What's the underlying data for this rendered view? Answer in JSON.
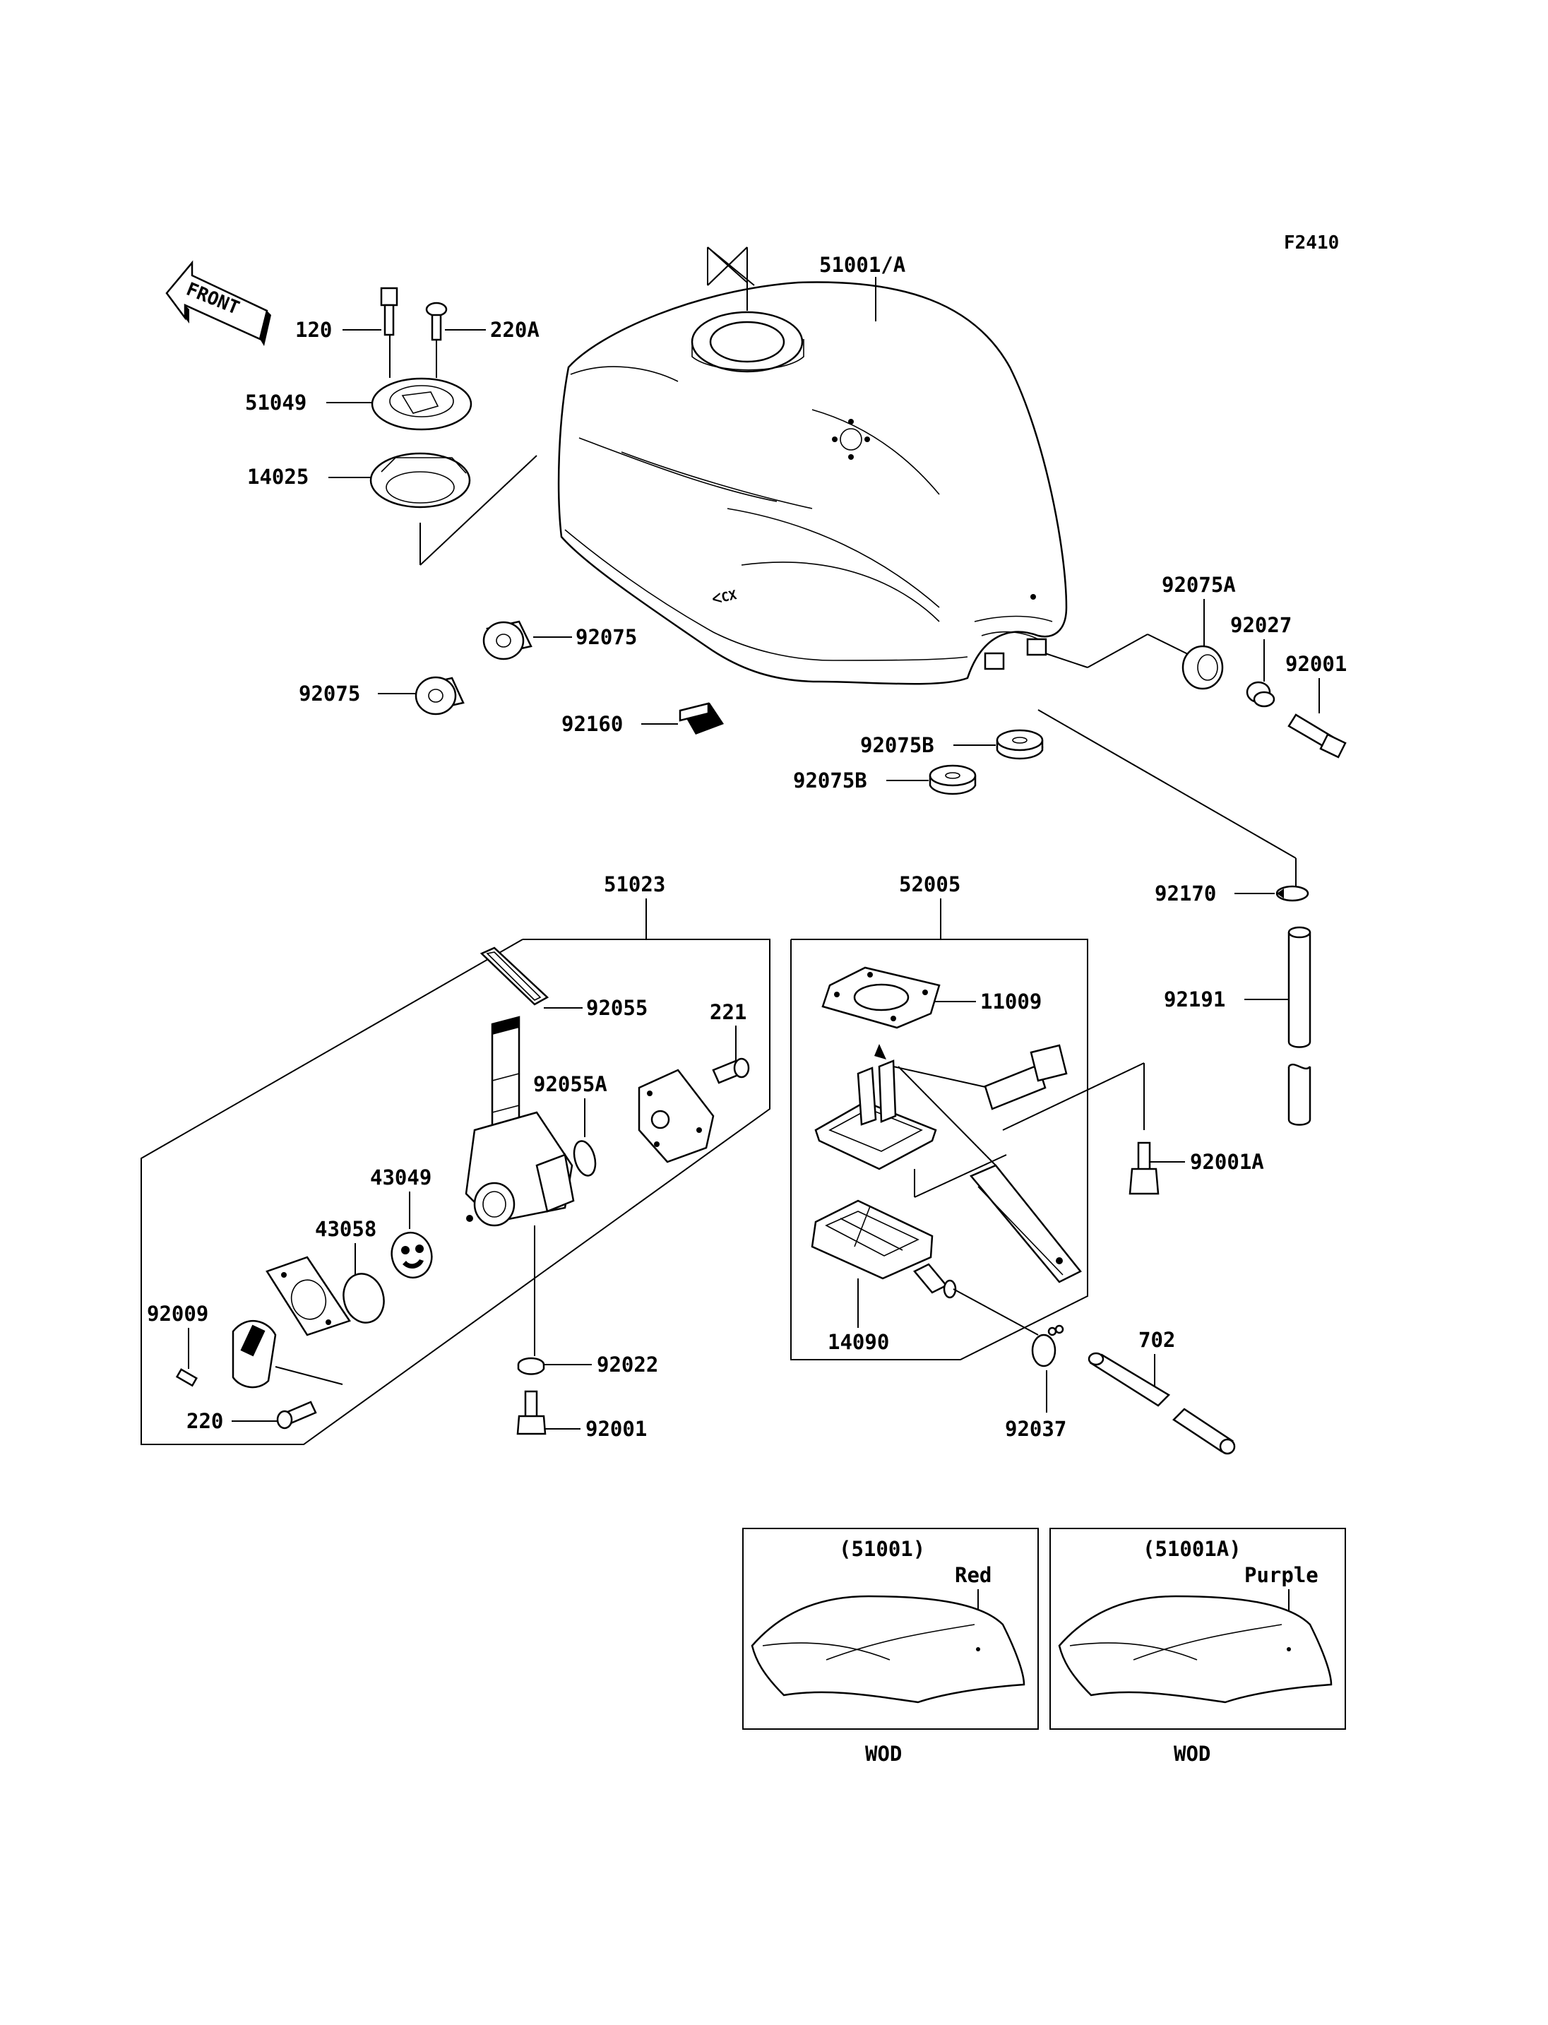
{
  "diagram_code": "F2410",
  "front_label": "FRONT",
  "labels": {
    "l51001A": "51001/A",
    "l120": "120",
    "l220A": "220A",
    "l51049": "51049",
    "l14025": "14025",
    "l92075a": "92075",
    "l92075b": "92075",
    "l92160": "92160",
    "l92075A": "92075A",
    "l92027": "92027",
    "l92001a": "92001",
    "l92075B1": "92075B",
    "l92075B2": "92075B",
    "l51023": "51023",
    "l52005": "52005",
    "l92170": "92170",
    "l92055": "92055",
    "l221": "221",
    "l11009": "11009",
    "l92191": "92191",
    "l92055A": "92055A",
    "l43049": "43049",
    "l43058": "43058",
    "l92001A": "92001A",
    "l92009": "92009",
    "l14090": "14090",
    "l702": "702",
    "l92022": "92022",
    "l220": "220",
    "l92001b": "92001",
    "l92037": "92037"
  },
  "variants": [
    {
      "part": "(51001)",
      "color": "Red",
      "code": "WOD"
    },
    {
      "part": "(51001A)",
      "color": "Purple",
      "code": "WOD"
    }
  ]
}
